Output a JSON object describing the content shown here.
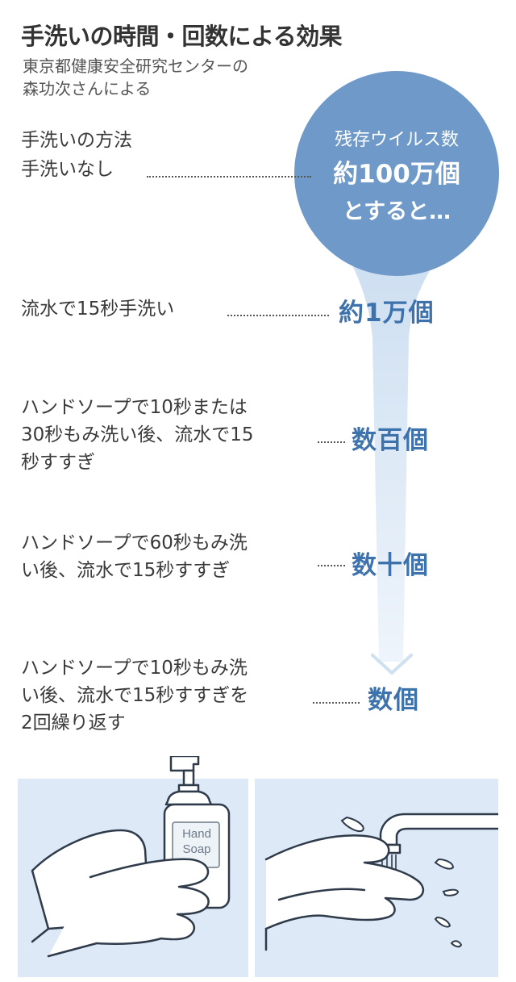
{
  "title": "手洗いの時間・回数による効果",
  "source_line1": "東京都健康安全研究センターの",
  "source_line2": "森功次さんによる",
  "method_header": "手洗いの方法",
  "bubble": {
    "line1": "残存ウイルス数",
    "line2": "約100万個",
    "line3": "とすると…"
  },
  "rows": [
    {
      "lines": [
        "手洗いなし"
      ],
      "value": ""
    },
    {
      "lines": [
        "流水で15秒手洗い"
      ],
      "value": "約1万個"
    },
    {
      "lines": [
        "ハンドソープで10秒または",
        "30秒もみ洗い後、流水で15",
        "秒すすぎ"
      ],
      "value": "数百個"
    },
    {
      "lines": [
        "ハンドソープで60秒もみ洗",
        "い後、流水で15秒すすぎ"
      ],
      "value": "数十個"
    },
    {
      "lines": [
        "ハンドソープで10秒もみ洗",
        "い後、流水で15秒すすぎを",
        "2回繰り返す"
      ],
      "value": "数個"
    }
  ],
  "soap_label_line1": "Hand",
  "soap_label_line2": "Soap",
  "colors": {
    "accent": "#3d72ad",
    "bubble": "#6f99c9",
    "stream": "#dbe8f5",
    "panel": "#dde9f6"
  }
}
